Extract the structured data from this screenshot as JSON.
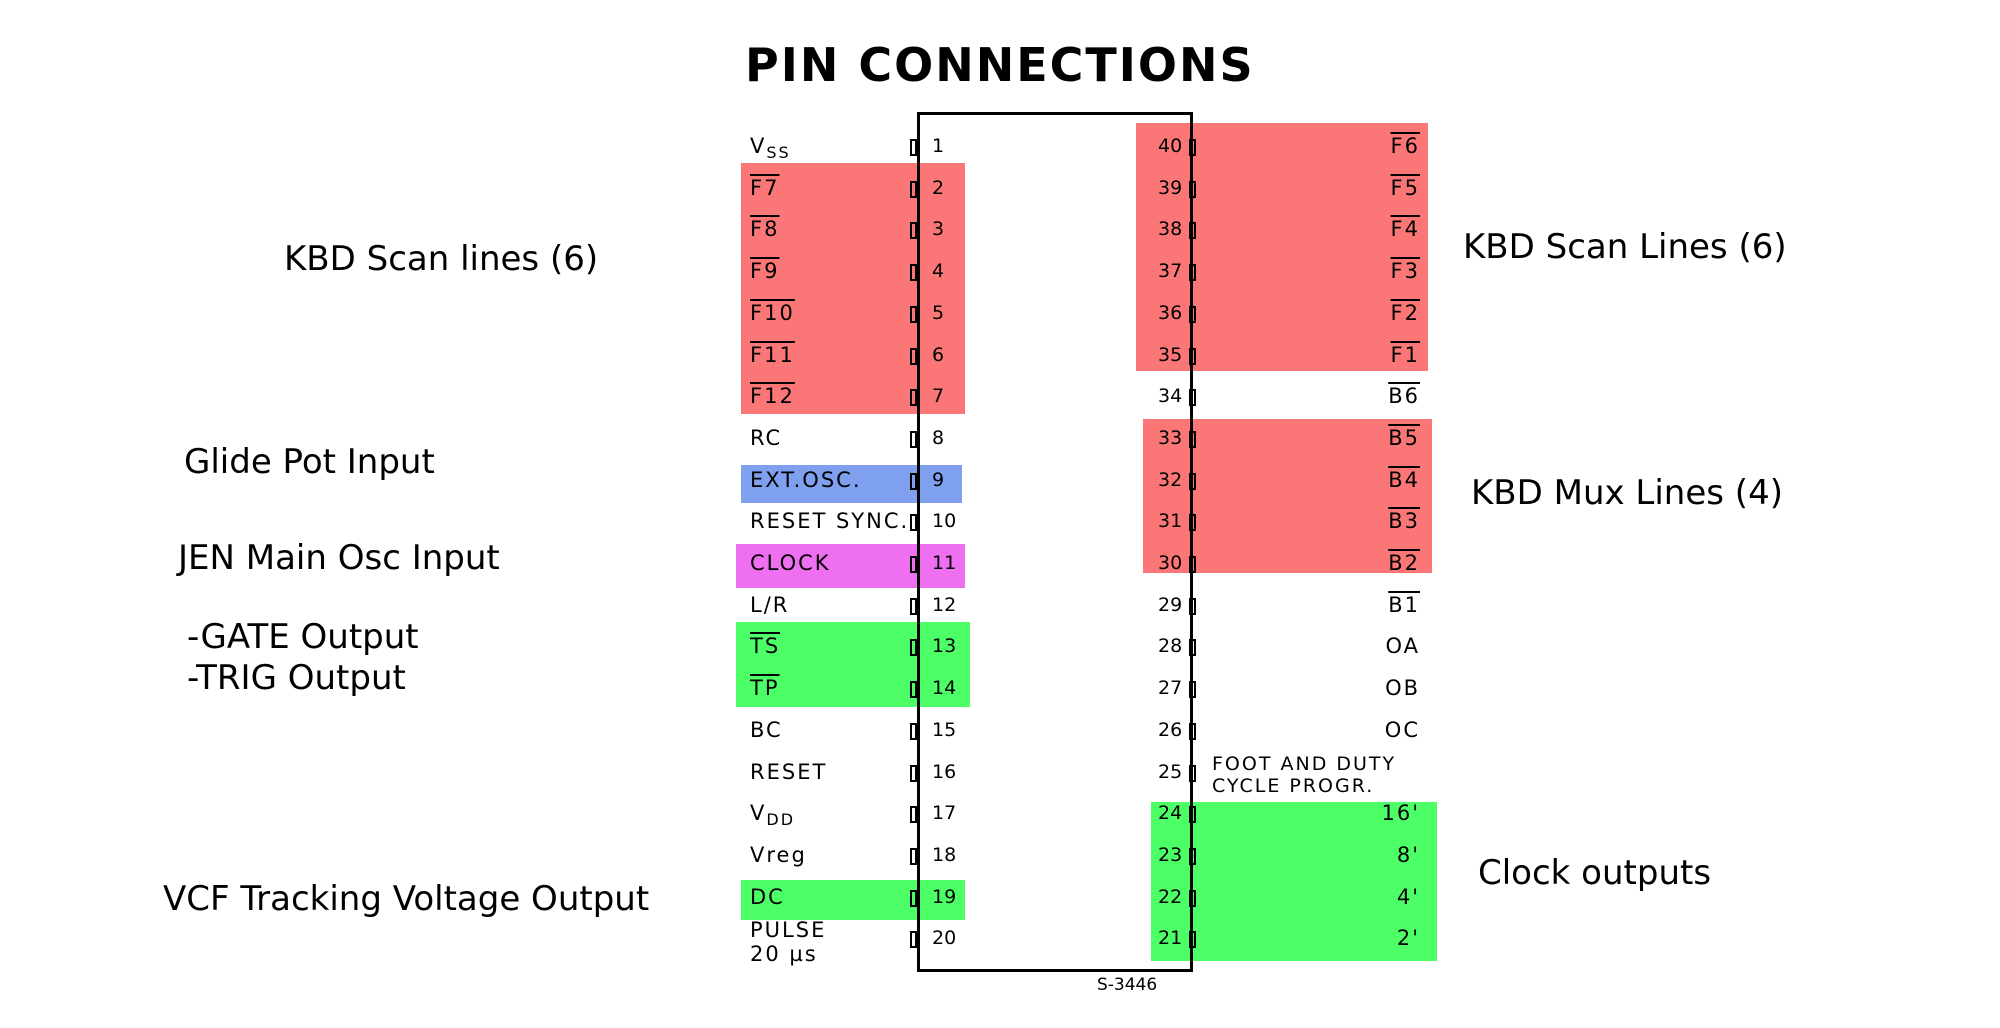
{
  "title": "PIN CONNECTIONS",
  "part_code": "S-3446",
  "colors": {
    "red": "#fb7777",
    "blue": "#7fa0ee",
    "magenta": "#ee6ff0",
    "green": "#4dff66"
  },
  "pins_left": [
    {
      "num": "1",
      "label": "V",
      "sub": "SS"
    },
    {
      "num": "2",
      "label": "F7",
      "bar": true
    },
    {
      "num": "3",
      "label": "F8",
      "bar": true
    },
    {
      "num": "4",
      "label": "F9",
      "bar": true
    },
    {
      "num": "5",
      "label": "F10",
      "bar": true
    },
    {
      "num": "6",
      "label": "F11",
      "bar": true
    },
    {
      "num": "7",
      "label": "F12",
      "bar": true
    },
    {
      "num": "8",
      "label": "RC"
    },
    {
      "num": "9",
      "label": "EXT.OSC."
    },
    {
      "num": "10",
      "label": "RESET SYNC."
    },
    {
      "num": "11",
      "label": "CLOCK"
    },
    {
      "num": "12",
      "label": "L/R"
    },
    {
      "num": "13",
      "label": "TS",
      "bar": true
    },
    {
      "num": "14",
      "label": "TP",
      "bar": true
    },
    {
      "num": "15",
      "label": "BC"
    },
    {
      "num": "16",
      "label": "RESET"
    },
    {
      "num": "17",
      "label": "V",
      "sub": "DD"
    },
    {
      "num": "18",
      "label": "Vreg"
    },
    {
      "num": "19",
      "label": "DC"
    },
    {
      "num": "20",
      "label": "PULSE",
      "label2": "20 µs"
    }
  ],
  "pins_right": [
    {
      "num": "40",
      "label": "F6",
      "bar": true
    },
    {
      "num": "39",
      "label": "F5",
      "bar": true
    },
    {
      "num": "38",
      "label": "F4",
      "bar": true
    },
    {
      "num": "37",
      "label": "F3",
      "bar": true
    },
    {
      "num": "36",
      "label": "F2",
      "bar": true
    },
    {
      "num": "35",
      "label": "F1",
      "bar": true
    },
    {
      "num": "34",
      "label": "B6",
      "bar": true
    },
    {
      "num": "33",
      "label": "B5",
      "bar": true
    },
    {
      "num": "32",
      "label": "B4",
      "bar": true
    },
    {
      "num": "31",
      "label": "B3",
      "bar": true
    },
    {
      "num": "30",
      "label": "B2",
      "bar": true
    },
    {
      "num": "29",
      "label": "B1",
      "bar": true
    },
    {
      "num": "28",
      "label": "OA"
    },
    {
      "num": "27",
      "label": "OB"
    },
    {
      "num": "26",
      "label": "OC"
    },
    {
      "num": "25",
      "label": "FOOT AND DUTY",
      "label2": "CYCLE PROGR."
    },
    {
      "num": "24",
      "label": "16'"
    },
    {
      "num": "23",
      "label": "8'"
    },
    {
      "num": "22",
      "label": "4'"
    },
    {
      "num": "21",
      "label": "2'"
    }
  ],
  "annotations": {
    "kbd_scan_left": "KBD Scan lines (6)",
    "kbd_scan_right": "KBD Scan Lines (6)",
    "glide": "Glide Pot Input",
    "kbd_mux": "KBD Mux Lines (4)",
    "jen_osc": "JEN Main Osc Input",
    "gate": "-GATE Output",
    "trig": "-TRIG Output",
    "clock_outputs": "Clock outputs",
    "vcf": "VCF Tracking Voltage Output"
  }
}
